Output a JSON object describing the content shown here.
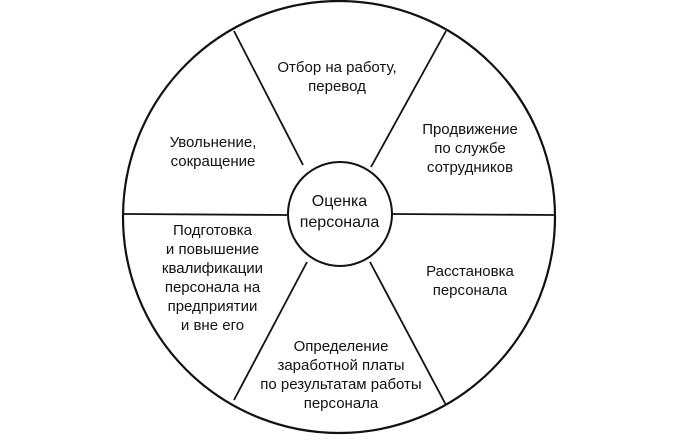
{
  "diagram": {
    "center": {
      "lines": [
        "Оценка",
        "персонала"
      ]
    },
    "segments": [
      {
        "id": "top",
        "lines": [
          "Отбор на работу,",
          "перевод"
        ]
      },
      {
        "id": "ur",
        "lines": [
          "Продвижение",
          "по службе",
          "сотрудников"
        ]
      },
      {
        "id": "lr",
        "lines": [
          "Расстановка",
          "персонала"
        ]
      },
      {
        "id": "bottom",
        "lines": [
          "Определение",
          "заработной платы",
          "по результатам работы",
          "персонала"
        ]
      },
      {
        "id": "left",
        "lines": [
          "Подготовка",
          "и повышение",
          "квалификации",
          "персонала на",
          "предприятии",
          "и вне его"
        ]
      },
      {
        "id": "ul",
        "lines": [
          "Увольнение,",
          "сокращение"
        ]
      }
    ],
    "colors": {
      "stroke": "#111111",
      "fill": "#ffffff",
      "text": "#111111"
    }
  }
}
